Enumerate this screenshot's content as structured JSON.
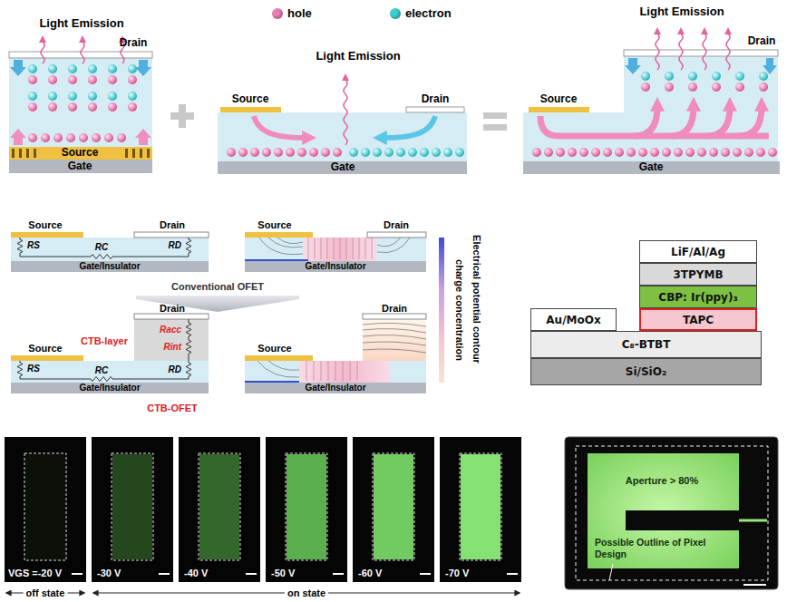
{
  "diagram": {
    "nodes": [
      {
        "text": [
          "LiF/Al/Ag"
        ]
      },
      {
        "text": [
          "3TPYMB"
        ]
      },
      {
        "text": [
          "CBP: Ir(ppy)₃"
        ]
      },
      {
        "text": [
          "Au/MoOx"
        ]
      },
      {
        "text": [
          "TAPC"
        ]
      },
      {
        "text": [
          "C₈-BTBT"
        ]
      },
      {
        "text": [
          "Si/SiO₂"
        ]
      }
    ],
    "labels": [
      "Light Emission",
      "Drain",
      "Source",
      "Gate",
      "Light Emission",
      "Source",
      "Drain",
      "Gate",
      "Light Emission",
      "Drain",
      "Source",
      "Gate",
      "Source",
      "Drain",
      "RS",
      "RC",
      "RD",
      "Gate/Insulator",
      "Source",
      "Drain",
      "Gate/Insulator",
      "Conventional OFET",
      "Source",
      "Drain",
      "CTB-layer",
      "Racc",
      "Rint",
      "RS",
      "RC",
      "RD",
      "Gate/Insulator",
      "CTB-OFET",
      "Source",
      "Drain",
      "Gate/Insulator",
      "Electrical potential contour",
      "charge concentration",
      "VGS =-20 V",
      "-30 V",
      "-40 V",
      "-50 V",
      "-60 V",
      "-70 V",
      "off state",
      "on state",
      "Aperture > 80%",
      "Possible Outline of Pixel Design"
    ],
    "legend": [
      {
        "text": "hole",
        "color": "#ec7fb2"
      },
      {
        "text": "electron",
        "color": "#3fcfd2"
      }
    ]
  }
}
